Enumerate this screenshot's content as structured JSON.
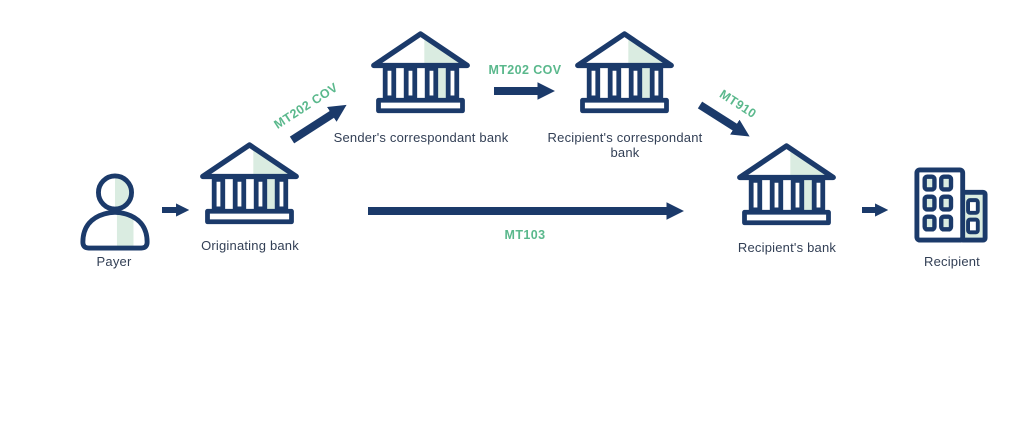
{
  "diagram": {
    "nodes": {
      "payer": "Payer",
      "originating_bank": "Originating bank",
      "senders_correspondent_bank": "Sender's correspondant bank",
      "recipients_correspondent_bank": "Recipient's correspondant bank",
      "recipients_bank": "Recipient's bank",
      "recipient": "Recipient"
    },
    "messages": {
      "cover_leg_1": "MT202 COV",
      "cover_leg_2": "MT202 COV",
      "credit_notification": "MT910",
      "customer_credit_transfer": "MT103"
    }
  },
  "colors": {
    "navy": "#1b3a6a",
    "mint": "#daece1",
    "green": "#5ab88c",
    "text": "#323f55"
  }
}
